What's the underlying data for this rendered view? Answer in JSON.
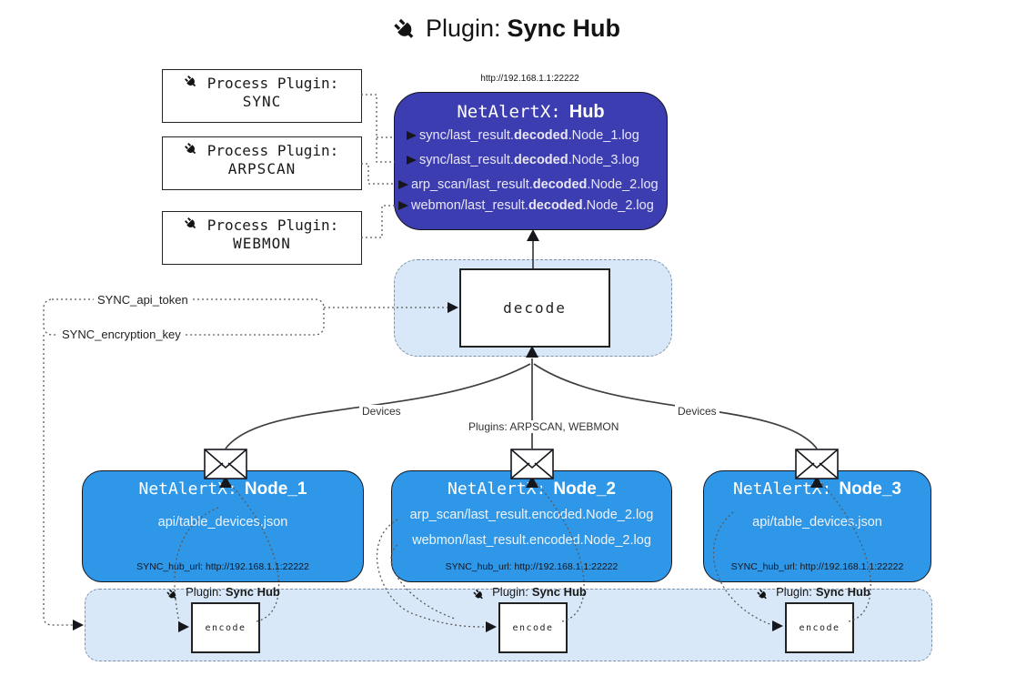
{
  "title": {
    "prefix": "Plugin:",
    "bold": "Sync Hub"
  },
  "process_plugins": [
    {
      "label": "Process Plugin:",
      "name": "SYNC"
    },
    {
      "label": "Process Plugin:",
      "name": "ARPSCAN"
    },
    {
      "label": "Process Plugin:",
      "name": "WEBMON"
    }
  ],
  "hub": {
    "url": "http://192.168.1.1:22222",
    "title_prefix": "NetAlertX:",
    "title_name": "Hub",
    "lines": [
      {
        "pre": "sync/last_result.",
        "bold": "decoded",
        "post": ".Node_1.log"
      },
      {
        "pre": "sync/last_result.",
        "bold": "decoded",
        "post": ".Node_3.log"
      },
      {
        "pre": "arp_scan/last_result.",
        "bold": "decoded",
        "post": ".Node_2.log"
      },
      {
        "pre": "webmon/last_result.",
        "bold": "decoded",
        "post": ".Node_2.log"
      }
    ]
  },
  "decode": {
    "label": "decode"
  },
  "keys": {
    "api_token": "SYNC_api_token",
    "encryption_key": "SYNC_encryption_key"
  },
  "edges": {
    "devices_left": "Devices",
    "devices_right": "Devices",
    "plugins_mid": "Plugins: ARPSCAN, WEBMON"
  },
  "nodes": [
    {
      "title_prefix": "NetAlertX:",
      "title_name": "Node_1",
      "line1": "api/table_devices.json",
      "hub_url": "SYNC_hub_url: http://192.168.1.1:22222"
    },
    {
      "title_prefix": "NetAlertX:",
      "title_name": "Node_2",
      "line1": "arp_scan/last_result.encoded.Node_2.log",
      "line2": "webmon/last_result.encoded.Node_2.log",
      "hub_url": "SYNC_hub_url: http://192.168.1.1:22222"
    },
    {
      "title_prefix": "NetAlertX:",
      "title_name": "Node_3",
      "line1": "api/table_devices.json",
      "hub_url": "SYNC_hub_url: http://192.168.1.1:22222"
    }
  ],
  "encode_strip": {
    "labels": [
      {
        "prefix": "Plugin:",
        "bold": "Sync Hub"
      },
      {
        "prefix": "Plugin:",
        "bold": "Sync Hub"
      },
      {
        "prefix": "Plugin:",
        "bold": "Sync Hub"
      }
    ],
    "encode_labels": [
      "encode",
      "encode",
      "encode"
    ]
  },
  "colors": {
    "hub_fill": "#3d3db2",
    "node_fill": "#2e97e8",
    "soft_fill": "#d9e8f8",
    "line": "#3f3f3f"
  }
}
